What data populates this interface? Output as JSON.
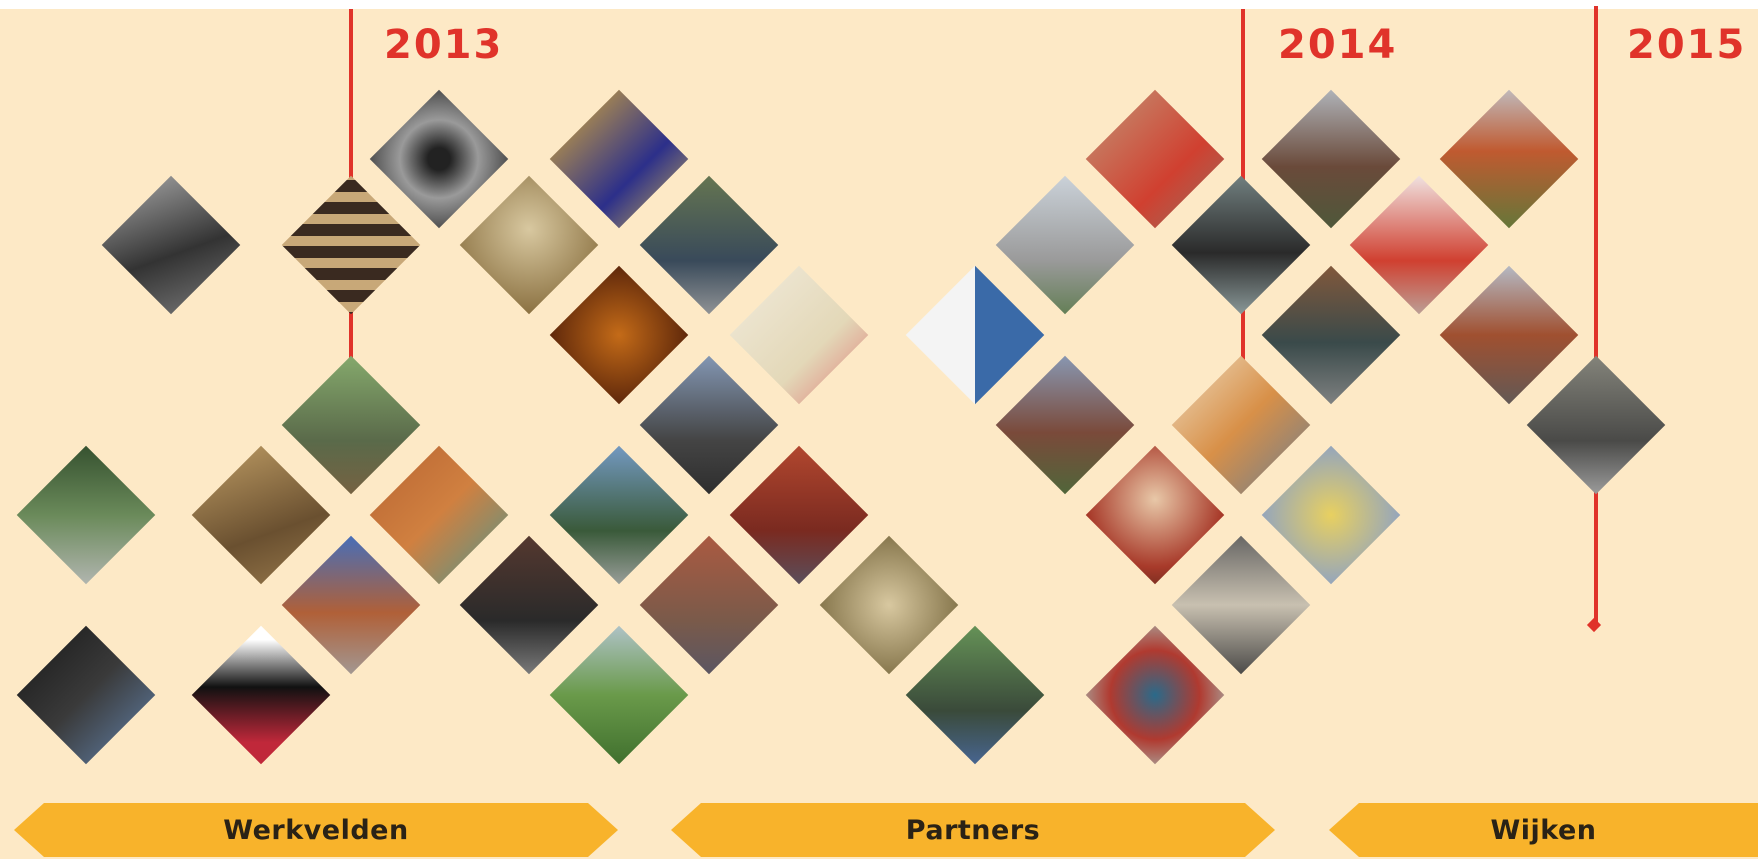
{
  "timeline": {
    "years": [
      "2013",
      "2014",
      "2015"
    ]
  },
  "categories": {
    "werkvelden": "Werkvelden",
    "partners": "Partners",
    "wijken": "Wijken"
  },
  "colors": {
    "background": "#fde9c6",
    "accent_red": "#e0332a",
    "band_yellow": "#f8b32b"
  },
  "tiles": [
    {
      "name": "tile-industrial-bw",
      "icon": "photo-icon"
    },
    {
      "name": "tile-archive-shelves",
      "icon": "photo-icon"
    },
    {
      "name": "tile-spiral-staircase",
      "icon": "photo-icon"
    },
    {
      "name": "tile-stained-glass",
      "icon": "photo-icon"
    },
    {
      "name": "tile-stone-bust",
      "icon": "photo-icon"
    },
    {
      "name": "tile-canal-houseboats",
      "icon": "photo-icon"
    },
    {
      "name": "tile-golden-ornament",
      "icon": "photo-icon"
    },
    {
      "name": "tile-utrecht-map",
      "icon": "map-icon"
    },
    {
      "name": "tile-tree-lined-canal",
      "icon": "photo-icon"
    },
    {
      "name": "tile-forest-path",
      "icon": "photo-icon"
    },
    {
      "name": "tile-painting-city",
      "icon": "photo-icon"
    },
    {
      "name": "tile-brick-archaeology",
      "icon": "photo-icon"
    },
    {
      "name": "tile-chimneys",
      "icon": "photo-icon"
    },
    {
      "name": "tile-dome-building",
      "icon": "photo-icon"
    },
    {
      "name": "tile-red-brick-houses",
      "icon": "photo-icon"
    },
    {
      "name": "tile-church-tower",
      "icon": "photo-icon"
    },
    {
      "name": "tile-street-houses",
      "icon": "photo-icon"
    },
    {
      "name": "tile-coins",
      "icon": "photo-icon"
    },
    {
      "name": "tile-black-window",
      "icon": "photo-icon"
    },
    {
      "name": "tile-skyline-poster",
      "icon": "photo-icon"
    },
    {
      "name": "tile-grassy-dike",
      "icon": "photo-icon"
    },
    {
      "name": "tile-garden-sculpture",
      "icon": "photo-icon"
    },
    {
      "name": "tile-painter",
      "icon": "photo-icon"
    },
    {
      "name": "tile-apartment-block",
      "icon": "photo-icon"
    },
    {
      "name": "tile-shield-checker",
      "icon": "shield-icon"
    },
    {
      "name": "tile-modern-housing",
      "icon": "photo-icon"
    },
    {
      "name": "tile-flooded-field",
      "icon": "photo-icon"
    },
    {
      "name": "tile-classroom",
      "icon": "photo-icon"
    },
    {
      "name": "tile-pope-portrait",
      "icon": "photo-icon"
    },
    {
      "name": "tile-arcade-entrance",
      "icon": "photo-icon"
    },
    {
      "name": "tile-bird-fresco",
      "icon": "photo-icon"
    },
    {
      "name": "tile-old-church",
      "icon": "photo-icon"
    },
    {
      "name": "tile-brochure",
      "icon": "photo-icon"
    },
    {
      "name": "tile-dormer-roof",
      "icon": "photo-icon"
    },
    {
      "name": "tile-illustration-map",
      "icon": "photo-icon"
    },
    {
      "name": "tile-orange-roof",
      "icon": "photo-icon"
    },
    {
      "name": "tile-brick-tower",
      "icon": "photo-icon"
    },
    {
      "name": "tile-prams-street",
      "icon": "photo-icon"
    },
    {
      "name": "tile-black-artifact",
      "icon": "photo-icon"
    }
  ]
}
